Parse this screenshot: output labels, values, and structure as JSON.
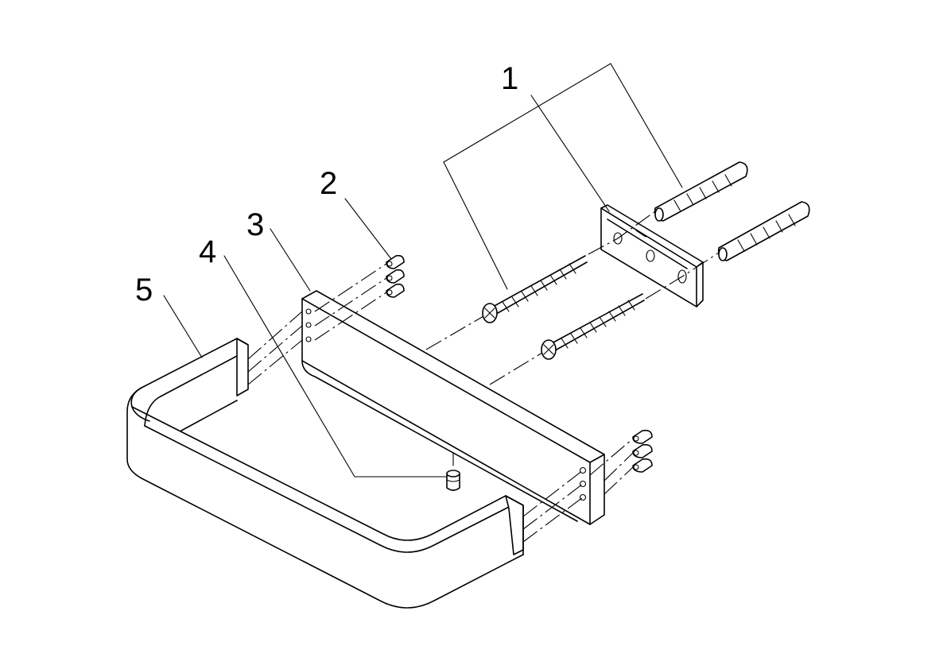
{
  "callouts": [
    {
      "id": "1",
      "label": "1",
      "part": "wall-bracket-screws-and-anchors"
    },
    {
      "id": "2",
      "label": "2",
      "part": "fixing-screws-left"
    },
    {
      "id": "3",
      "label": "3",
      "part": "mounting-plate"
    },
    {
      "id": "4",
      "label": "4",
      "part": "set-screw"
    },
    {
      "id": "5",
      "label": "5",
      "part": "towel-rail"
    }
  ]
}
